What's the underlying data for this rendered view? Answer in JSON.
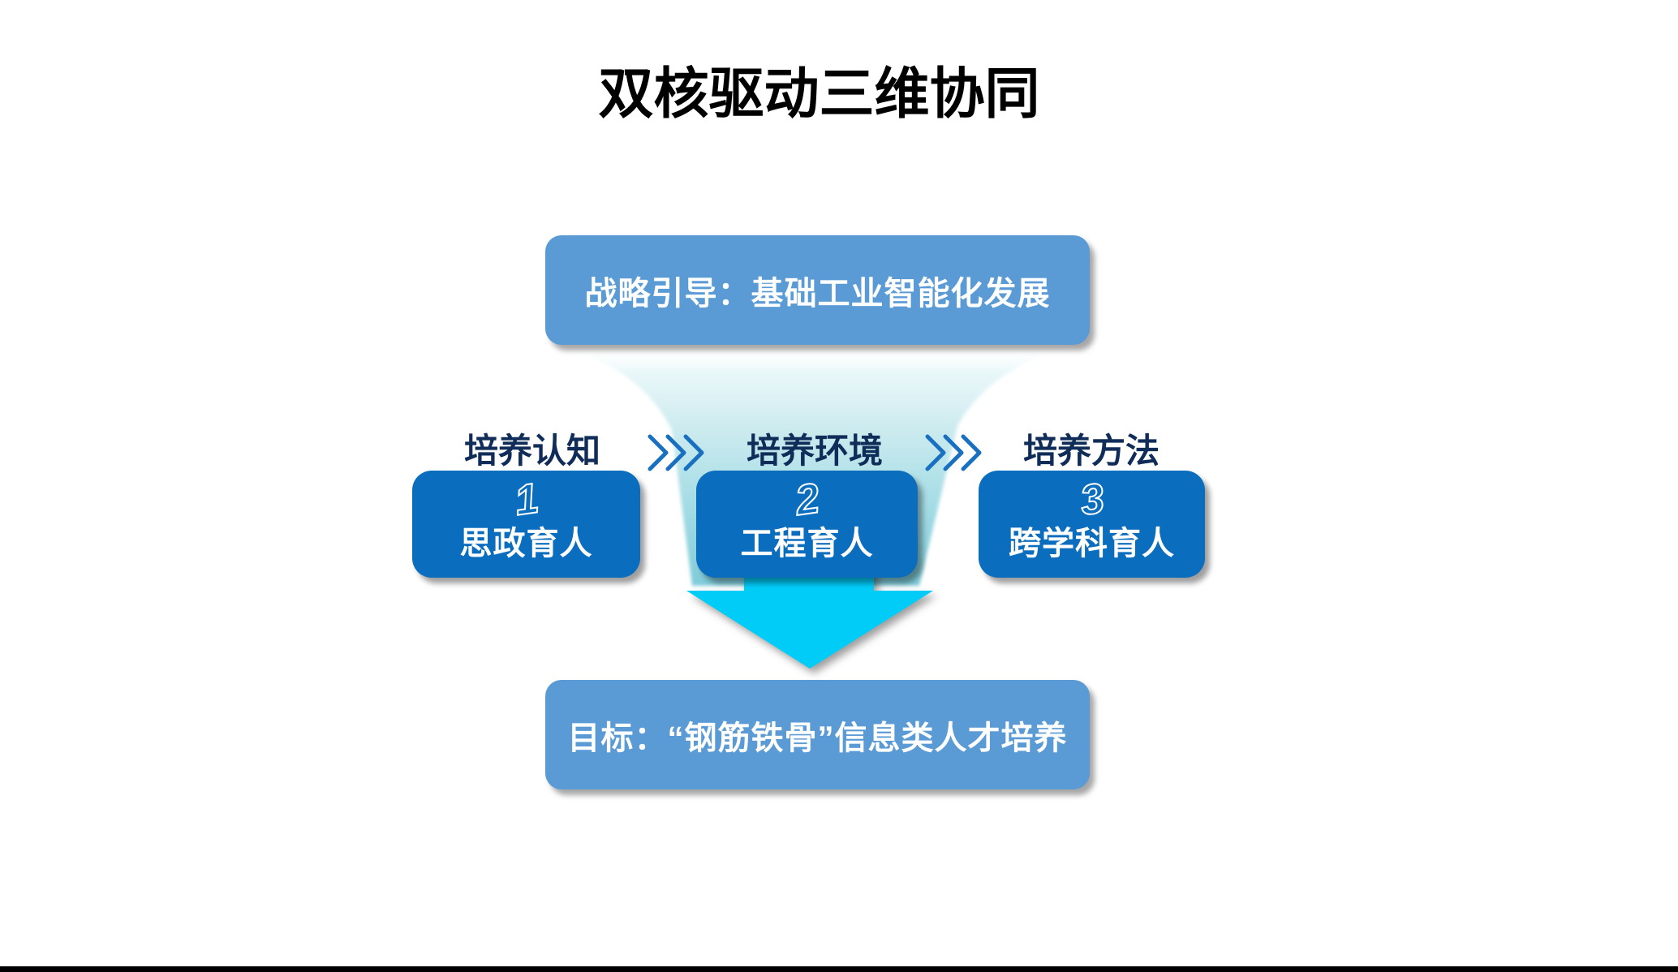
{
  "title": "双核驱动三维协同",
  "strategy_box": {
    "text": "战略引导：基础工业智能化发展"
  },
  "dimension_labels": [
    {
      "label": "培养认知"
    },
    {
      "label": "培养环境"
    },
    {
      "label": "培养方法"
    }
  ],
  "pillars": [
    {
      "number": "1",
      "label": "思政育人"
    },
    {
      "number": "2",
      "label": "工程育人"
    },
    {
      "number": "3",
      "label": "跨学科育人"
    }
  ],
  "goal_box": {
    "text": "目标：“钢筋铁骨”信息类人才培养"
  },
  "colors": {
    "title_text": "#000000",
    "box_light_blue": "#5B9BD5",
    "box_dark_blue": "#0B6DBE",
    "box_text_white": "#FFFFFF",
    "label_navy": "#0F2D58",
    "chevron_blue": "#1A70C0",
    "arrow_cyan": "#00CCF8",
    "funnel_teal": "#7FCBD9"
  }
}
